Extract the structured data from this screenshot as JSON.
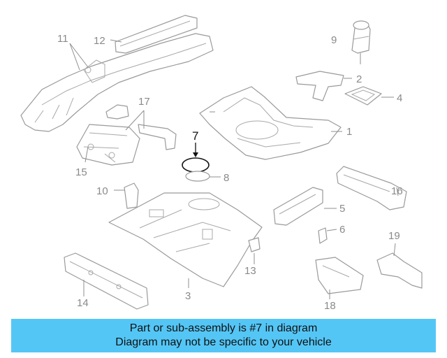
{
  "diagram": {
    "callouts": {
      "c1": "1",
      "c2": "2",
      "c3": "3",
      "c4": "4",
      "c5": "5",
      "c6": "6",
      "c7": "7",
      "c8": "8",
      "c9": "9",
      "c10": "10",
      "c11": "11",
      "c12": "12",
      "c13": "13",
      "c14": "14",
      "c15": "15",
      "c16": "16",
      "c17": "17",
      "c18": "18",
      "c19": "19"
    },
    "highlighted_part": "7",
    "colors": {
      "line": "#9a9a9a",
      "label": "#8a8a8a",
      "highlight": "#111111",
      "banner": "#54c6f6"
    }
  },
  "banner": {
    "line1": "Part or sub-assembly is #7 in diagram",
    "line2": "Diagram may not be specific to your vehicle"
  }
}
